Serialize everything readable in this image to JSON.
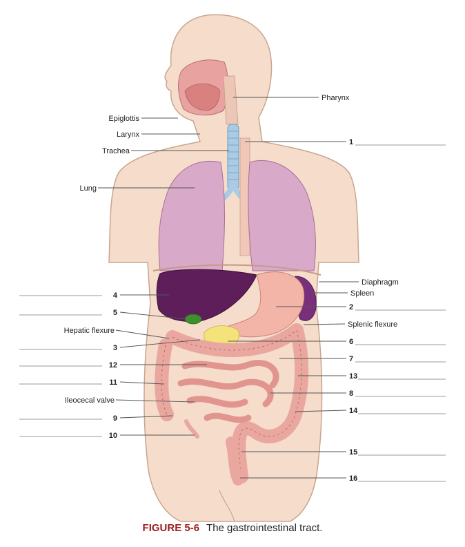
{
  "labels": {
    "pharynx": "Pharynx",
    "epiglottis": "Epiglottis",
    "larynx": "Larynx",
    "trachea": "Trachea",
    "lung": "Lung",
    "diaphragm": "Diaphragm",
    "spleen": "Spleen",
    "hepatic_flexure": "Hepatic flexure",
    "splenic_flexure": "Splenic flexure",
    "ileocecal_valve": "Ileocecal valve"
  },
  "numbers": {
    "n1": "1",
    "n2": "2",
    "n3": "3",
    "n4": "4",
    "n5": "5",
    "n6": "6",
    "n7": "7",
    "n8": "8",
    "n9": "9",
    "n10": "10",
    "n11": "11",
    "n12": "12",
    "n13": "13",
    "n14": "14",
    "n15": "15",
    "n16": "16"
  },
  "caption": {
    "figure": "FIGURE 5-6",
    "title": "The gastrointestinal tract."
  },
  "colors": {
    "skin": "#f5dccb",
    "skin_outline": "#c9a58e",
    "lung": "#d9a9c9",
    "liver": "#5e1e5a",
    "stomach": "#f2b5a8",
    "spleen": "#7a2f7a",
    "intestine": "#e9a7a0",
    "pancreas": "#f3e37a",
    "gallbladder": "#3f8f2e",
    "trachea": "#a9cbe6",
    "caption_accent": "#9c1c1c"
  }
}
